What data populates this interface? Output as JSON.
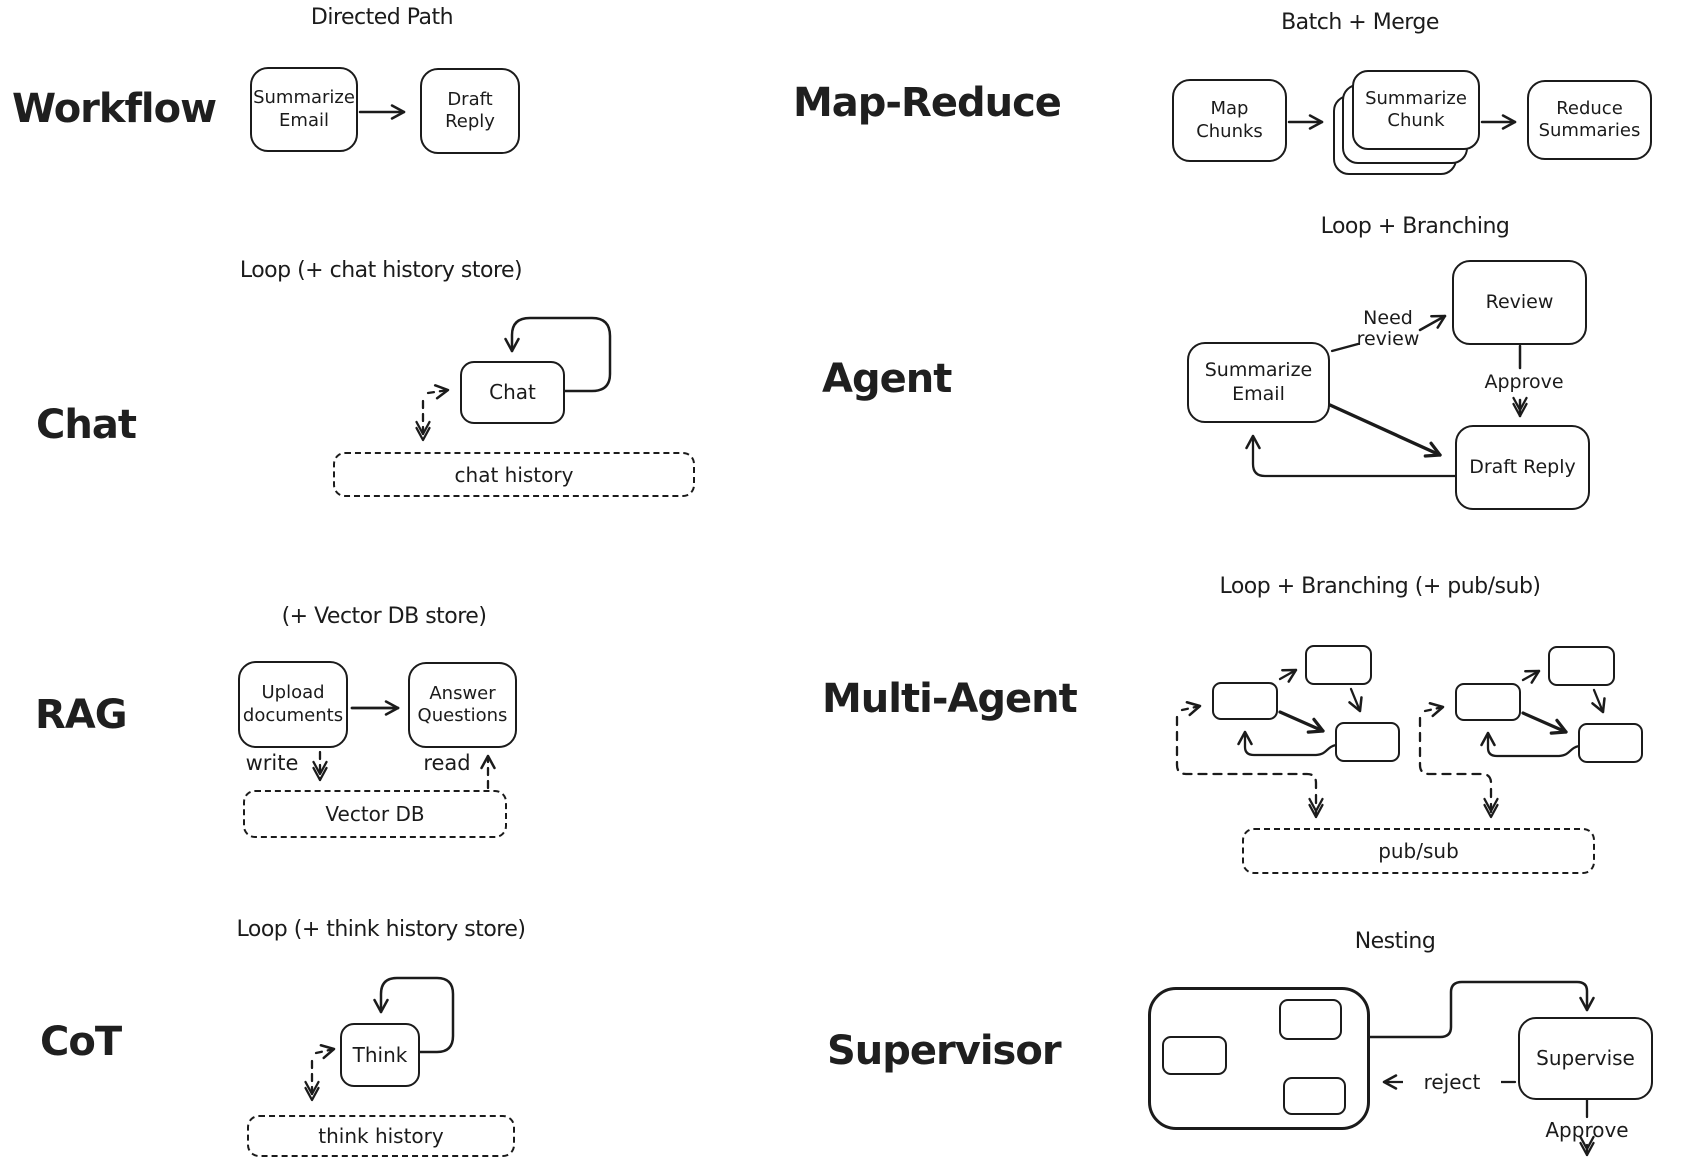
{
  "page": {
    "background": "#ffffff",
    "ink": "#1b1b1b"
  },
  "sections": {
    "workflow": {
      "label": "Workflow",
      "title": "Directed Path",
      "node_a": "Summarize Email",
      "node_b": "Draft Reply"
    },
    "map_reduce": {
      "label": "Map-Reduce",
      "title": "Batch + Merge",
      "node_a": "Map Chunks",
      "node_b": "Summarize Chunk",
      "node_c": "Reduce Summaries"
    },
    "chat": {
      "label": "Chat",
      "title": "Loop (+ chat history store)",
      "node": "Chat",
      "store": "chat history"
    },
    "agent": {
      "label": "Agent",
      "title": "Loop + Branching",
      "node_a": "Summarize Email",
      "node_b": "Review",
      "node_c": "Draft Reply",
      "edge_need_review": "Need review",
      "edge_approve": "Approve"
    },
    "rag": {
      "label": "RAG",
      "title": "(+ Vector DB store)",
      "node_a": "Upload documents",
      "node_b": "Answer Questions",
      "edge_write": "write",
      "edge_read": "read",
      "store": "Vector DB"
    },
    "multi_agent": {
      "label": "Multi-Agent",
      "title": "Loop + Branching (+ pub/sub)",
      "store": "pub/sub"
    },
    "cot": {
      "label": "CoT",
      "title": "Loop (+ think history store)",
      "node": "Think",
      "store": "think history"
    },
    "supervisor": {
      "label": "Supervisor",
      "title": "Nesting",
      "node": "Supervise",
      "edge_reject": "reject",
      "edge_approve": "Approve"
    }
  }
}
